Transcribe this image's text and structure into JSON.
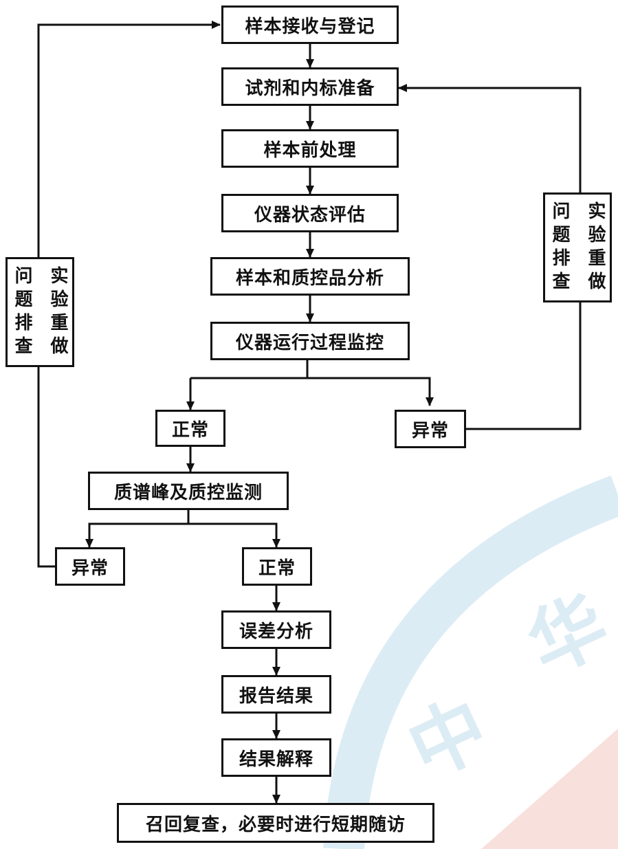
{
  "nodes": {
    "receive": "样本接收与登记",
    "reagent": "试剂和内标准备",
    "pretreat": "样本前处理",
    "instrument_eval": "仪器状态评估",
    "analysis": "样本和质控品分析",
    "monitor": "仪器运行过程监控",
    "normal_1": "正常",
    "abnormal_1": "异常",
    "peak_monitor": "质谱峰及质控监测",
    "abnormal_2": "异常",
    "normal_2": "正常",
    "error_analysis": "误差分析",
    "report": "报告结果",
    "interpret": "结果解释",
    "recall": "召回复查，必要时进行短期随访"
  },
  "side_boxes": {
    "left": {
      "col1": "问题排查",
      "col2": "实验重做"
    },
    "right": {
      "col1": "问题排查",
      "col2": "实验重做"
    }
  },
  "watermark": {
    "char1": "中",
    "char2": "华"
  },
  "colors": {
    "line": "#111111",
    "watermark_blue": "#dcecf4",
    "watermark_red": "#f8e0dc"
  }
}
